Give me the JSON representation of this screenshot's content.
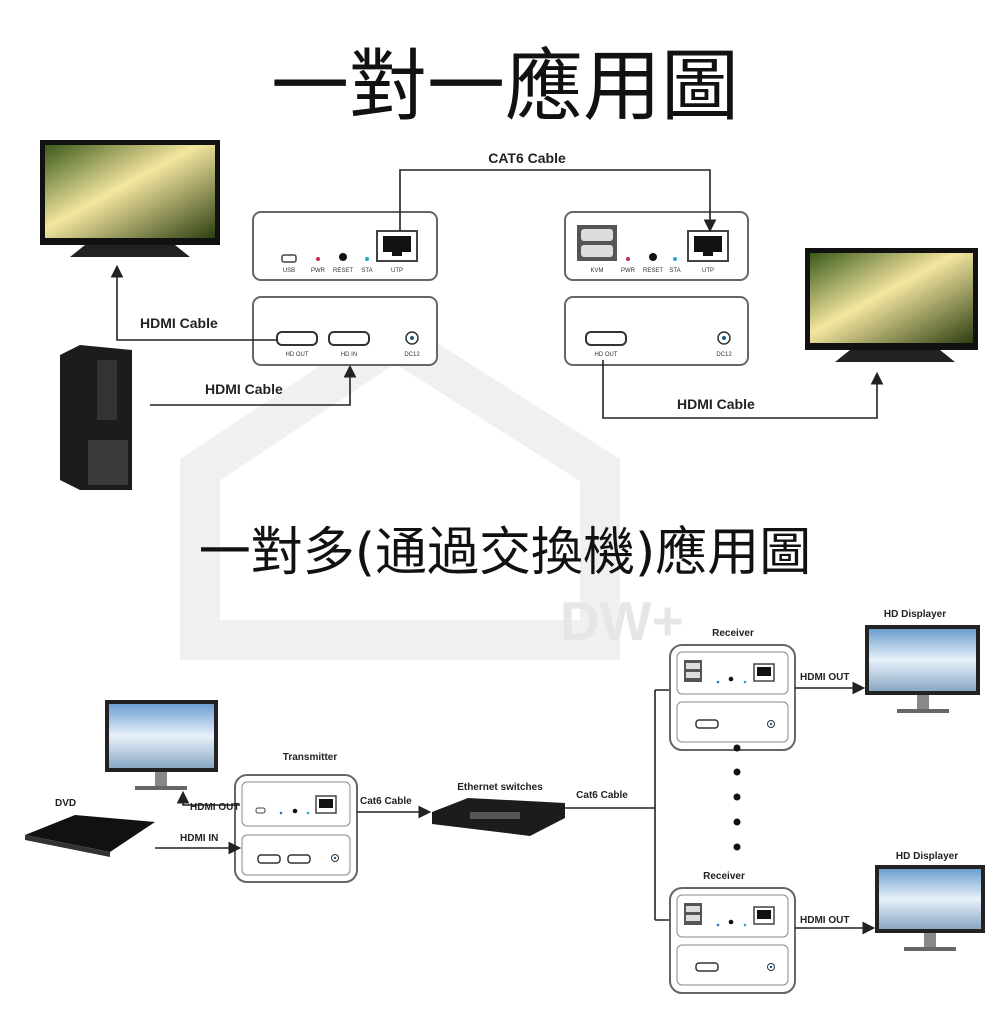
{
  "titles": {
    "one_to_one": "一對一應用圖",
    "one_to_many": "一對多(通過交換機)應用圖"
  },
  "watermark": {
    "text": "DW+",
    "color": "#e6e6e6"
  },
  "top_diagram": {
    "cat6_label": "CAT6 Cable",
    "hdmi_cable_to_tv": "HDMI Cable",
    "hdmi_cable_from_pc": "HDMI Cable",
    "hdmi_cable_receiver": "HDMI Cable",
    "transmitter_top_ports": [
      "USB",
      "PWR",
      "RESET",
      "STA",
      "UTP"
    ],
    "transmitter_bottom_ports": [
      "HD OUT",
      "HD IN",
      "DC12"
    ],
    "receiver_top_ports": [
      "KVM",
      "PWR",
      "RESET",
      "STA",
      "UTP"
    ],
    "receiver_bottom_ports": [
      "HD OUT",
      "DC12"
    ]
  },
  "bottom_diagram": {
    "dvd_label": "DVD",
    "transmitter_label": "Transmitter",
    "hdmi_out_label": "HDMI OUT",
    "hdmi_in_label": "HDMI IN",
    "cat6_label_1": "Cat6 Cable",
    "switch_label": "Ethernet switches",
    "cat6_label_2": "Cat6 Cable",
    "receiver_1_label": "Receiver",
    "receiver_2_label": "Receiver",
    "receiver_1_hdmi_out": "HDMI OUT",
    "receiver_2_hdmi_out": "HDMI OUT",
    "displayer_1_label": "HD Displayer",
    "displayer_2_label": "HD Displayer"
  },
  "colors": {
    "pwr_led": "#c0304a",
    "sta_led": "#2aa8c8",
    "line": "#222222"
  }
}
